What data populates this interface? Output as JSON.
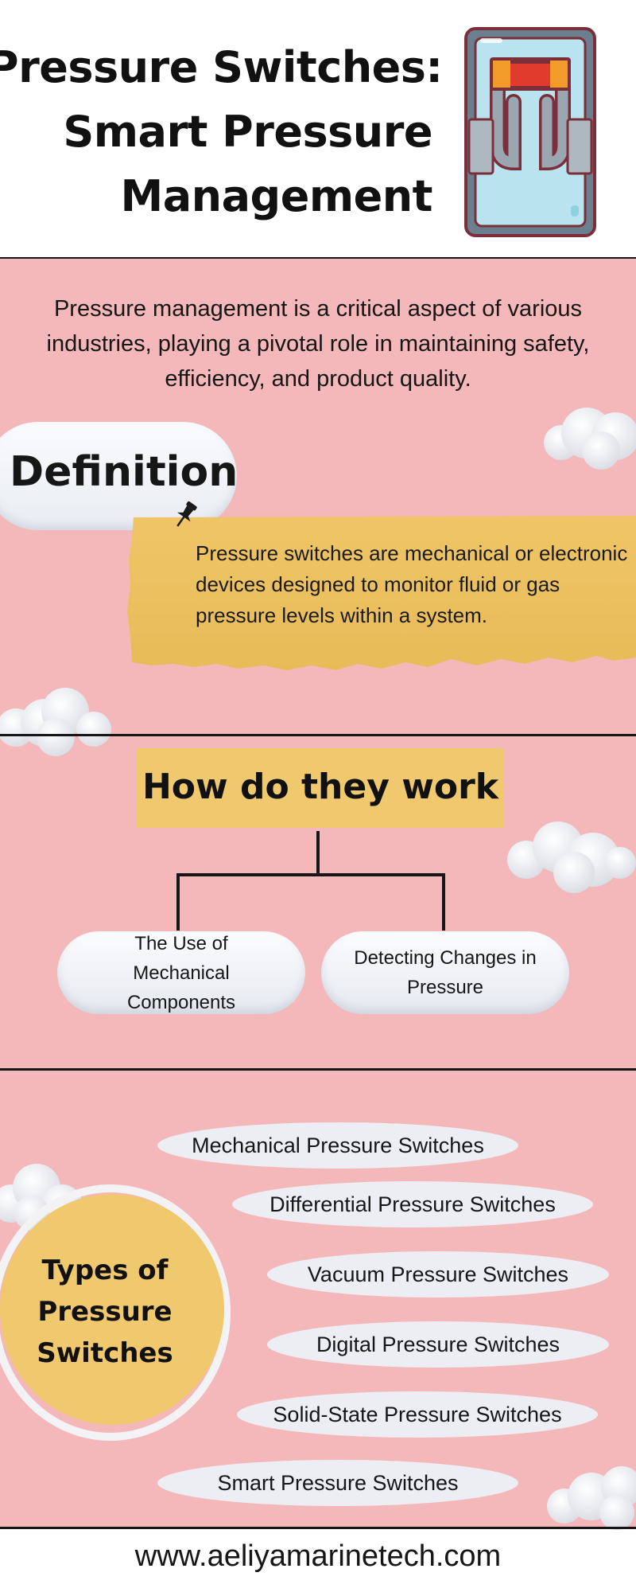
{
  "header": {
    "title_lines": [
      "Pressure Switches:",
      "Smart Pressure",
      "Management"
    ]
  },
  "intro": {
    "text": "Pressure management is a critical aspect of various industries, playing a pivotal role in maintaining safety, efficiency, and product quality."
  },
  "definition": {
    "heading": "Definition",
    "body": "Pressure switches are mechanical or electronic devices designed to monitor fluid or gas pressure levels within a system."
  },
  "how_they_work": {
    "heading": "How do they work",
    "branches": [
      "The Use of Mechanical Components",
      "Detecting Changes in Pressure"
    ]
  },
  "types": {
    "heading": "Types of Pressure Switches",
    "items": [
      "Mechanical Pressure Switches",
      "Differential Pressure Switches",
      "Vacuum Pressure Switches",
      "Digital Pressure Switches",
      "Solid-State Pressure Switches",
      "Smart Pressure Switches"
    ]
  },
  "footer": {
    "url": "www.aeliyamarinetech.com"
  },
  "colors": {
    "pink_background": "#f4b8ba",
    "accent_yellow": "#f0c86e",
    "paper_yellow": "#ecc15f",
    "divider": "#161616"
  },
  "icons": [
    "switch-icon",
    "pin-icon",
    "cloud-icon"
  ]
}
